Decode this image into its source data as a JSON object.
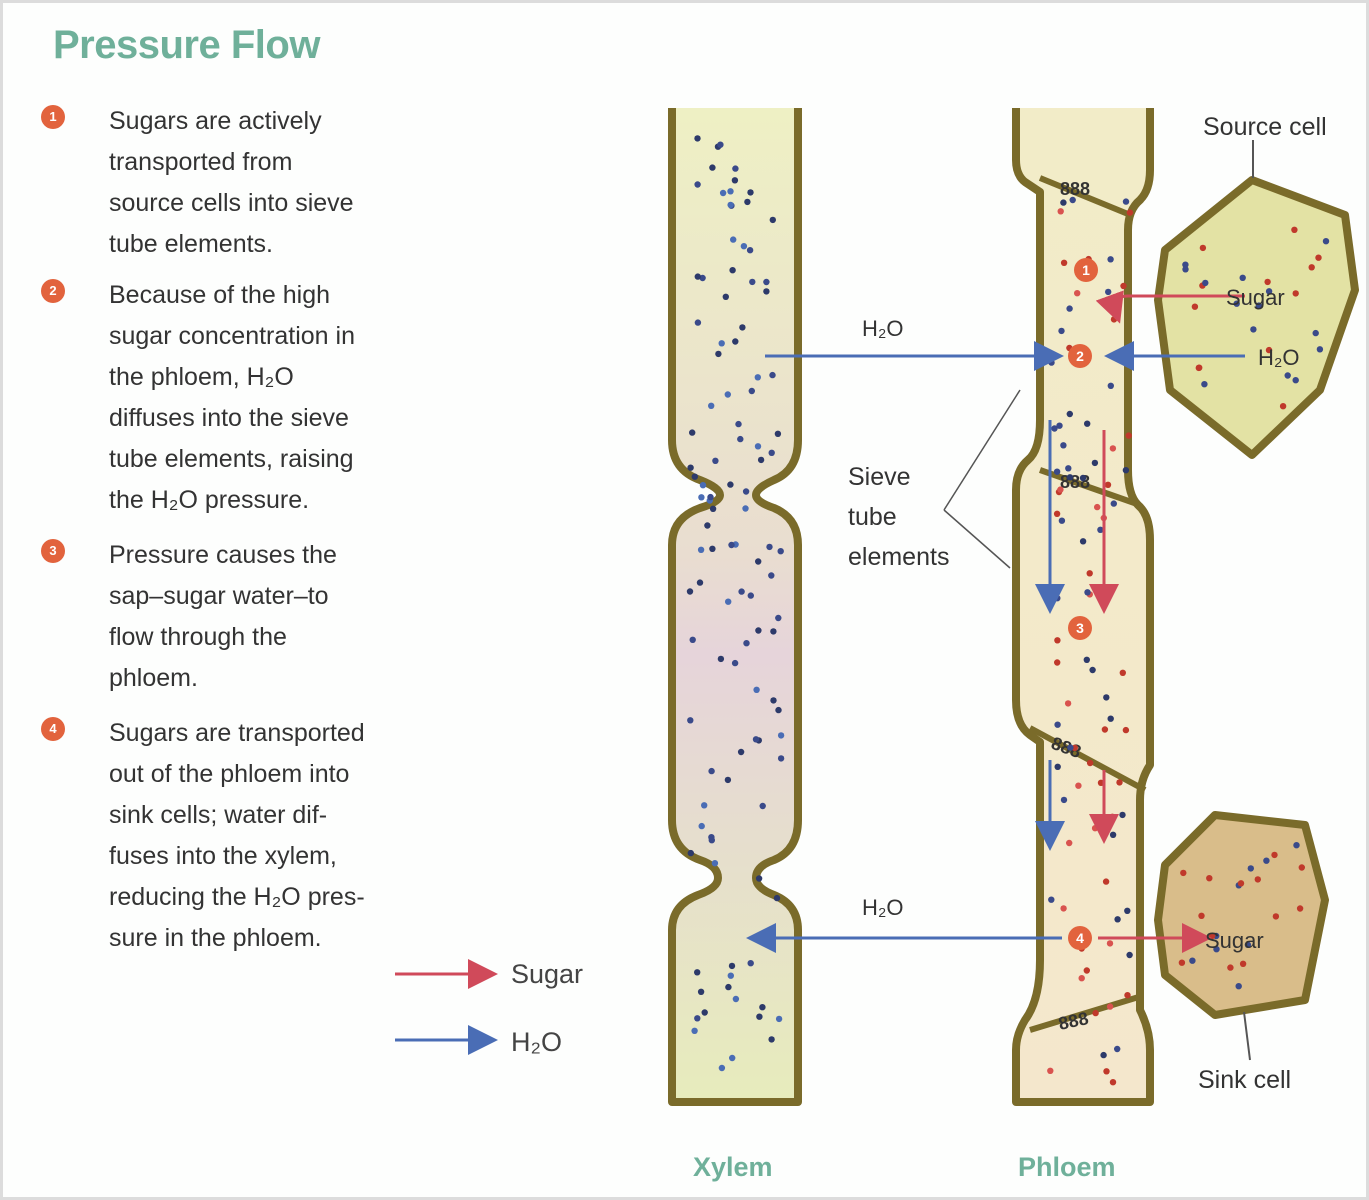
{
  "title": "Pressure Flow",
  "steps": [
    {
      "number": "1",
      "text": "Sugars are actively\ntransported from\nsource cells into sieve\ntube elements."
    },
    {
      "number": "2",
      "text": "Because of the high\nsugar concentration in\nthe phloem, H₂O\ndiffuses into the sieve\ntube elements, raising\nthe H₂O pressure."
    },
    {
      "number": "3",
      "text": "Pressure causes the\nsap–sugar water–to\nflow through the\nphloem."
    },
    {
      "number": "4",
      "text": "Sugars are transported\nout of the phloem into\nsink cells; water dif-\nfuses into the xylem,\nreducing the H₂O pres-\nsure in the phloem."
    }
  ],
  "legend": {
    "sugar": "Sugar",
    "water": "H₂O"
  },
  "labels": {
    "source_cell": "Source cell",
    "sink_cell": "Sink cell",
    "sugar_top": "Sugar",
    "sugar_bottom": "Sugar",
    "water_source": "H₂O",
    "water_top_arrow": "H₂O",
    "water_bottom_arrow": "H₂O",
    "sieve_tube": "Sieve\ntube\nelements",
    "xylem": "Xylem",
    "phloem": "Phloem"
  },
  "colors": {
    "title": "#6fb09a",
    "step_marker": "#e2633d",
    "sugar_arrow": "#d04a5a",
    "water_arrow": "#4a6db5",
    "wall": "#7a6b2a",
    "cell_fill": "#e6e8b4"
  }
}
